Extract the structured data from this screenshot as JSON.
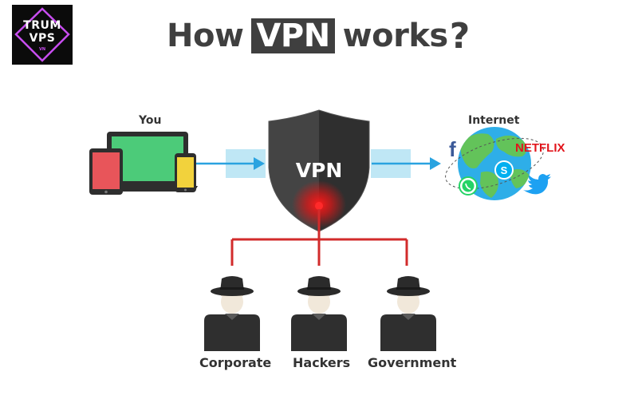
{
  "logo": {
    "line1": "TRUM",
    "line2": "VPS",
    "line3": "VN"
  },
  "title": {
    "part1": "How",
    "highlight": "VPN",
    "part2": "works",
    "mark": "?"
  },
  "nodes": {
    "you": "You",
    "vpn": "VPN",
    "internet": "Internet",
    "netflix": "NETFLIX",
    "facebook": "f"
  },
  "observers": [
    "Corporate",
    "Hackers",
    "Government"
  ],
  "colors": {
    "shield": "#3a3a3a",
    "highlight": "#3f3f3f",
    "arrow": "#2aa3e0",
    "tunnel": "#bfe7f5",
    "line": "#d22b2b",
    "laptop_screen": "#4ccb79",
    "tablet_screen": "#e8555a",
    "phone_screen": "#f2d23c",
    "globe_ocean": "#2eaee8",
    "globe_land": "#63c35a",
    "netflix": "#e2141b"
  }
}
